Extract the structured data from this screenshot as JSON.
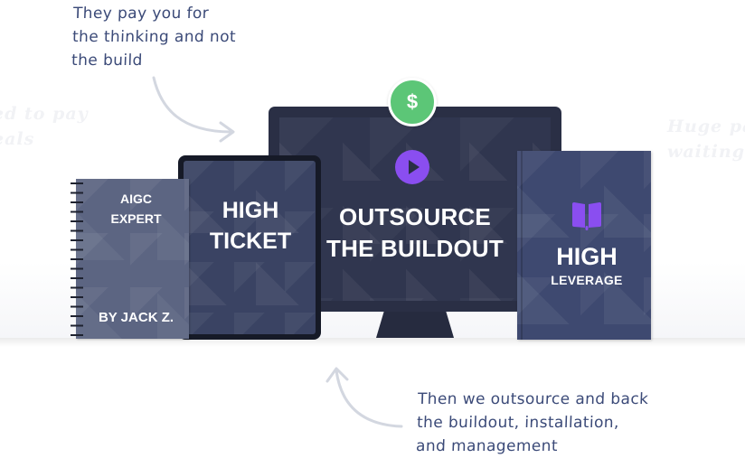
{
  "annotations": {
    "top_note": [
      "They pay you for",
      "the thinking and not",
      "the build"
    ],
    "bottom_note": [
      "Then we outsource and back",
      "the buildout, installation,",
      "and management"
    ],
    "faded_left": [
      "ed to pay",
      "eals"
    ],
    "faded_right": [
      "Huge pa",
      "waiting"
    ]
  },
  "products": {
    "monitor": {
      "title_lines": [
        "OUTSOURCE",
        "THE BUILDOUT"
      ],
      "badge_symbol": "$",
      "badge_icon": "dollar-icon",
      "media_icon": "play-icon"
    },
    "tablet": {
      "title_lines": [
        "HIGH",
        "TICKET"
      ]
    },
    "notebook": {
      "title_lines": [
        "AIGC",
        "EXPERT"
      ],
      "author": "BY JACK Z."
    },
    "book": {
      "icon": "book-icon",
      "title": "HIGH",
      "subtitle": "LEVERAGE"
    }
  },
  "colors": {
    "note_text": "#3b4a78",
    "badge_green": "#5cc677",
    "accent_purple": "#8a4ef0",
    "device_dark": "#2a2f45",
    "book_blue": "#3e4970",
    "arrow_gray": "#d3d7e0"
  }
}
